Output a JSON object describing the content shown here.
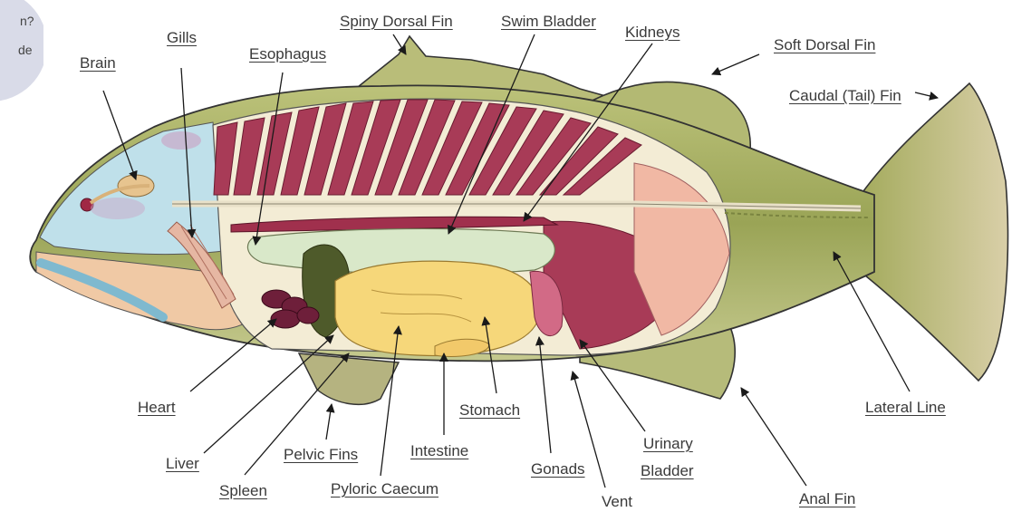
{
  "corner_fragment": {
    "line1": "n?",
    "line2": "de"
  },
  "labels": {
    "spiny_dorsal_fin": "Spiny Dorsal Fin",
    "swim_bladder": "Swim Bladder",
    "kidneys": "Kidneys",
    "soft_dorsal_fin": "Soft Dorsal Fin",
    "caudal_fin": "Caudal (Tail) Fin",
    "brain": "Brain",
    "gills": "Gills",
    "esophagus": "Esophagus",
    "heart": "Heart",
    "liver": "Liver",
    "spleen": "Spleen",
    "pelvic_fins": "Pelvic Fins",
    "pyloric_caecum": "Pyloric Caecum",
    "intestine": "Intestine",
    "stomach": "Stomach",
    "gonads": "Gonads",
    "vent": "Vent",
    "urinary_bladder_line1": "Urinary",
    "urinary_bladder_line2": "Bladder",
    "lateral_line": "Lateral Line",
    "anal_fin": "Anal Fin"
  },
  "colors": {
    "body_olive": "#a9b35f",
    "fin_olive": "#b7bd78",
    "muscle": "#a83b57",
    "head_blue": "#bfe0ea",
    "liver": "#4e5a2a",
    "stomach": "#f6d77a",
    "swim_bladder": "#d9e8c9",
    "heart": "#6e1f3a",
    "flesh": "#f1b8a4",
    "corner_circle": "#d9dbe8"
  }
}
